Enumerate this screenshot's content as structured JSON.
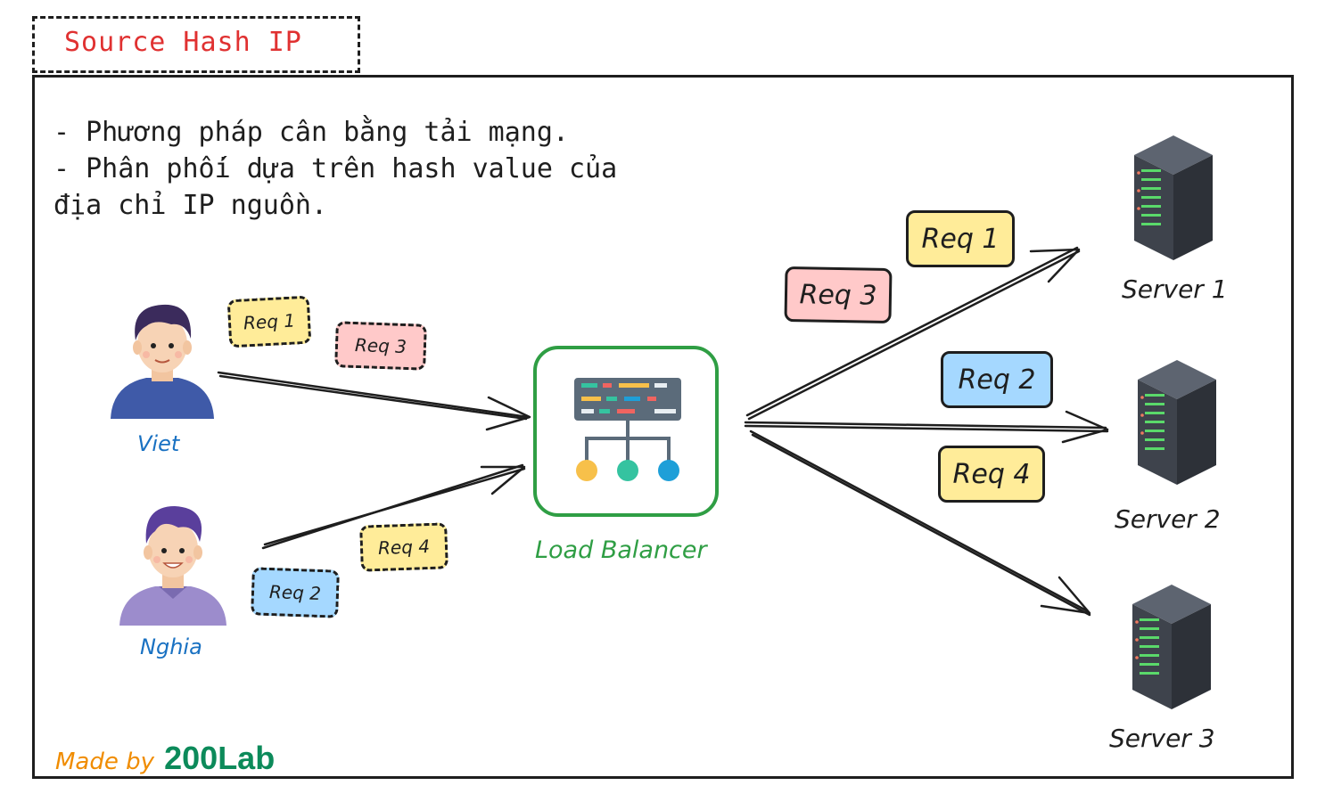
{
  "title": "Source Hash IP",
  "description": [
    "- Phương pháp cân bằng tải mạng.",
    "- Phân phối dựa trên hash value của",
    "địa chỉ IP nguồn."
  ],
  "users": [
    {
      "name": "Viet"
    },
    {
      "name": "Nghia"
    }
  ],
  "load_balancer": {
    "label": "Load Balancer"
  },
  "servers": [
    {
      "name": "Server 1"
    },
    {
      "name": "Server 2"
    },
    {
      "name": "Server 3"
    }
  ],
  "client_requests": {
    "viet": [
      "Req 1",
      "Req 3"
    ],
    "nghia": [
      "Req 4",
      "Req 2"
    ]
  },
  "server_requests": {
    "server1": [
      "Req 1",
      "Req 3"
    ],
    "server2": [
      "Req 2",
      "Req 4"
    ]
  },
  "footer": {
    "made_by": "Made by",
    "brand": "200Lab"
  },
  "colors": {
    "title": "#e03131",
    "load_balancer": "#2f9e44",
    "user_label": "#1971c2",
    "req_yellow": "#ffec99",
    "req_red": "#ffc9c9",
    "req_blue": "#a5d8ff",
    "made_by": "#f08c00",
    "brand": "#0c8a5a"
  }
}
